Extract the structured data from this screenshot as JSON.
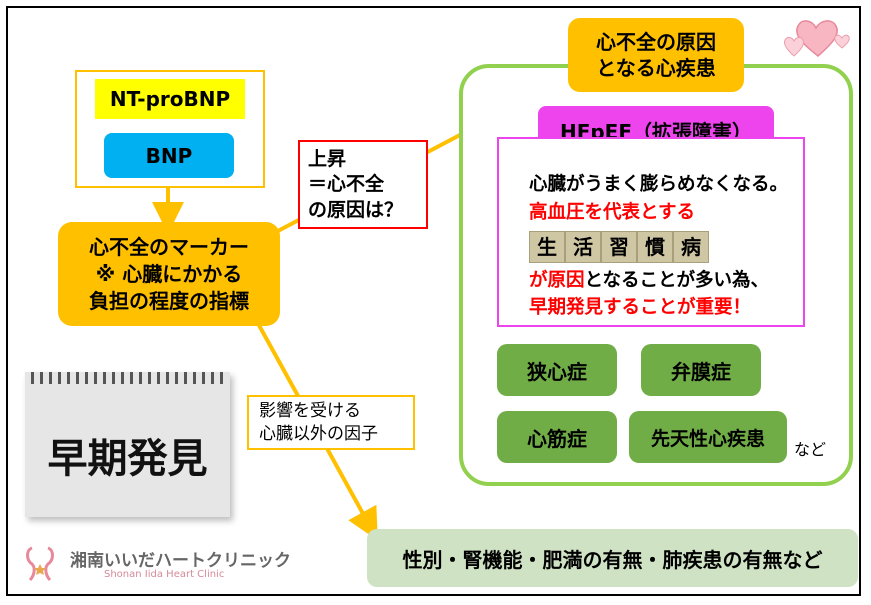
{
  "markers": {
    "ntprobnp": "NT-proBNP",
    "bnp": "BNP"
  },
  "heart_marker": {
    "line1": "心不全のマーカー",
    "line2": "※ 心臓にかかる",
    "line3": "負担の程度の指標"
  },
  "question": {
    "line1": "上昇",
    "line2": "＝心不全",
    "line3": "の原因は？"
  },
  "cause": {
    "line1": "心不全の原因",
    "line2": "となる心疾患"
  },
  "hfpef": {
    "title": "HFpEF（拡張障害）"
  },
  "description": {
    "line1": "心臓がうまく膨らめなくなる。",
    "line2": "高血圧を代表とする",
    "tiles": [
      "生",
      "活",
      "習",
      "慣",
      "病"
    ],
    "line3_red": "が原因",
    "line3_black": "となることが多い為、",
    "line4": "早期発見することが重要！"
  },
  "diseases": [
    "狭心症",
    "弁膜症",
    "心筋症",
    "先天性心疾患"
  ],
  "etc": "など",
  "factors_label": {
    "line1": "影響を受ける",
    "line2": "心臓以外の因子"
  },
  "factors": "性別・腎機能・肥満の有無・肺疾患の有無など",
  "calendar_text": "早期発見",
  "clinic": {
    "name": "湘南いいだハートクリニック",
    "sub": "Shonan Iida Heart Clinic"
  },
  "colors": {
    "orange": "#ffc000",
    "green_box": "#70ad47",
    "outline_green": "#92d050",
    "magenta": "#ee44ee",
    "red": "#ff0000",
    "yellow": "#ffff00",
    "cyan": "#00b0f0"
  }
}
